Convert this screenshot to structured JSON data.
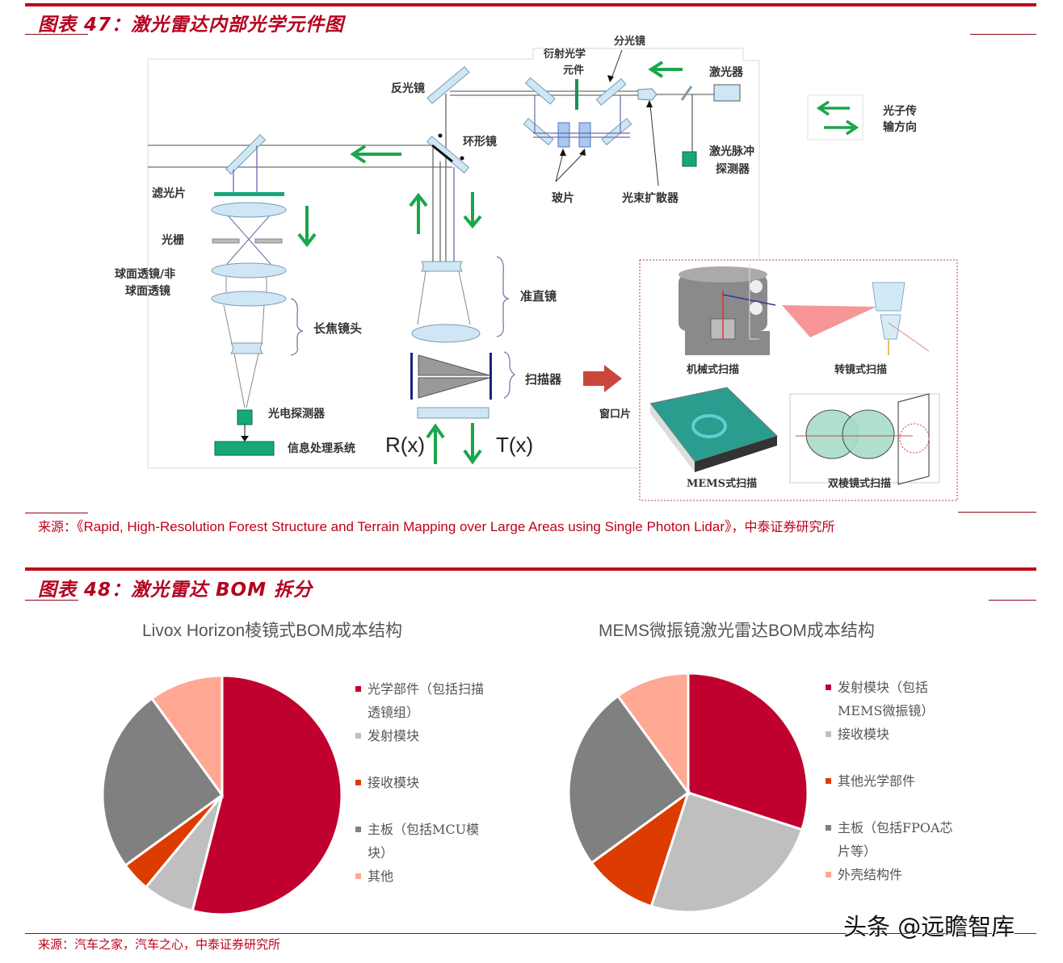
{
  "figure47": {
    "title": "图表 47：激光雷达内部光学元件图",
    "source_prefix": "来源：",
    "source_en": "《Rapid, High-Resolution Forest Structure and Terrain Mapping over Large Areas using Single Photon Lidar》",
    "source_suffix": "，中泰证券研究所",
    "diagram": {
      "labels": {
        "reflector": "反光镜",
        "diffractive_line1": "衍射光学",
        "diffractive_line2": "元件",
        "beam_splitter": "分光镜",
        "laser": "激光器",
        "ring_mirror": "环形镜",
        "glass_plates": "玻片",
        "beam_expander": "光束扩散器",
        "pulse_detector_line1": "激光脉冲",
        "pulse_detector_line2": "探测器",
        "photon_dir_line1": "光子传",
        "photon_dir_line2": "输方向",
        "filter": "滤光片",
        "grating": "光栅",
        "lens_line1": "球面透镜/非",
        "lens_line2": "球面透镜",
        "telephoto": "长焦镜头",
        "collimator": "准直镜",
        "scanner": "扫描器",
        "window": "窗口片",
        "photodetector": "光电探测器",
        "info_system": "信息处理系统",
        "rx": "R(x)",
        "tx": "T(x)"
      },
      "scan_types": [
        {
          "label": "机械式扫描"
        },
        {
          "label": "转镜式扫描"
        },
        {
          "label": "MEMS式扫描"
        },
        {
          "label": "双棱镜式扫描"
        }
      ],
      "colors": {
        "arrow_green": "#1aa64a",
        "optic_blue": "#cfe6f5",
        "detector_teal": "#16a87a",
        "scanner_arrow": "#c9463d"
      }
    }
  },
  "figure48": {
    "title": "图表 48：激光雷达 BOM 拆分",
    "source": "来源：汽车之家，汽车之心，中泰证券研究所"
  },
  "chart_data": [
    {
      "type": "pie",
      "title": "Livox Horizon棱镜式BOM成本结构",
      "categories": [
        "光学部件（包括扫描透镜组）",
        "发射模块",
        "接收模块",
        "主板（包括MCU模块）",
        "其他"
      ],
      "values": [
        54,
        7,
        4,
        25,
        10
      ],
      "colors": [
        "#c0002e",
        "#bfbfbf",
        "#dd3c00",
        "#808080",
        "#ffa894"
      ],
      "legend_position": "right",
      "start_angle": "12 o'clock, clockwise"
    },
    {
      "type": "pie",
      "title": "MEMS微振镜激光雷达BOM成本结构",
      "categories": [
        "发射模块（包括MEMS微振镜）",
        "接收模块",
        "其他光学部件",
        "主板（包括FPOA芯片等）",
        "外壳结构件"
      ],
      "values": [
        30,
        25,
        10,
        25,
        10
      ],
      "colors": [
        "#c0002e",
        "#bfbfbf",
        "#dd3c00",
        "#808080",
        "#ffa894"
      ],
      "legend_position": "right",
      "start_angle": "12 o'clock, clockwise"
    }
  ],
  "charts": {
    "left": {
      "title": "Livox Horizon棱镜式BOM成本结构",
      "legend": [
        {
          "line1": "光学部件（包括扫描",
          "line2": "透镜组）",
          "color": "#c0002e"
        },
        {
          "line1": "发射模块",
          "color": "#bfbfbf"
        },
        {
          "line1": "接收模块",
          "color": "#dd3c00"
        },
        {
          "line1": "主板（包括MCU模",
          "line2": "块）",
          "color": "#808080"
        },
        {
          "line1": "其他",
          "color": "#ffa894"
        }
      ]
    },
    "right": {
      "title": "MEMS微振镜激光雷达BOM成本结构",
      "legend": [
        {
          "line1": "发射模块（包括",
          "line2": "MEMS微振镜）",
          "color": "#c0002e"
        },
        {
          "line1": "接收模块",
          "color": "#bfbfbf"
        },
        {
          "line1": "其他光学部件",
          "color": "#dd3c00"
        },
        {
          "line1": "主板（包括FPOA芯",
          "line2": "片等）",
          "color": "#808080"
        },
        {
          "line1": "外壳结构件",
          "color": "#ffa894"
        }
      ]
    }
  },
  "watermark": "头条 @远瞻智库"
}
